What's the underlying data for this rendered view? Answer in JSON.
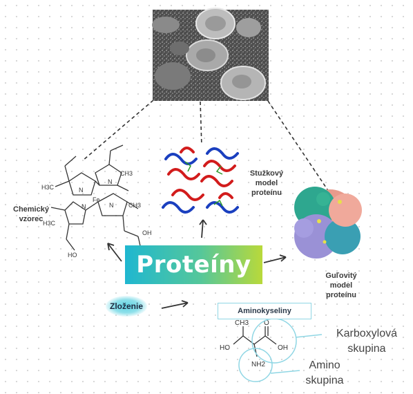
{
  "title": "Proteíny",
  "labels": {
    "chemicky_vzorec": "Chemický vzorec",
    "stuzkovy_model": "Stužkový model proteínu",
    "gulovity_model": "Guľovitý model proteínu",
    "zlozenie": "Zloženie",
    "aminokyseliny": "Aminokyseliny",
    "karboxylova": "Karboxylová skupina",
    "amino": "Amino skupina"
  },
  "formula_labels": {
    "fe": "Fe",
    "n": "N",
    "ch3": "CH3",
    "h3c": "H3C",
    "oh": "OH",
    "ho": "HO",
    "o": "O",
    "nh2": "NH2",
    "ch3_top": "CH3"
  },
  "colors": {
    "gradient_start": "#1fb7d0",
    "gradient_end": "#b9d93a",
    "accent_circle": "#8fd6e4"
  }
}
